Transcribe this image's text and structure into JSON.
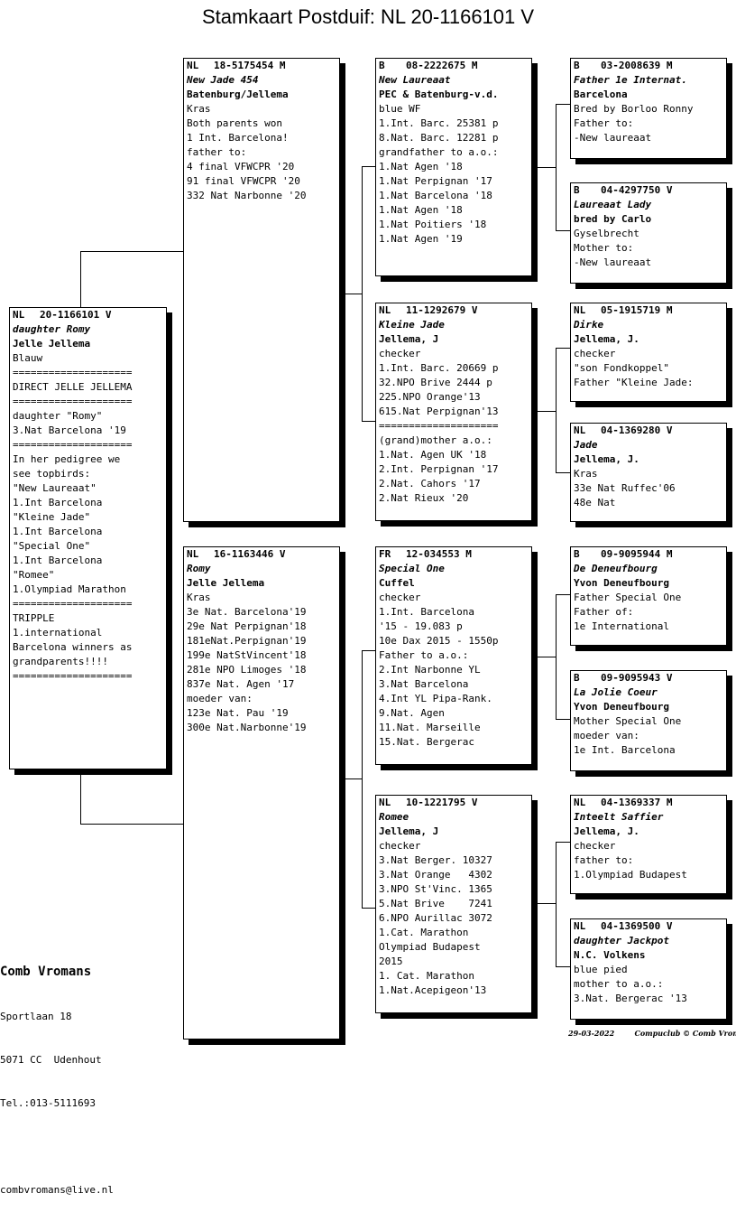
{
  "title": "Stamkaart Postduif: NL  20-1166101 V",
  "birds": {
    "root": {
      "reg": "NL",
      "ring": "20-1166101 V",
      "lines": [
        {
          "t": "daughter Romy",
          "s": "i"
        },
        {
          "t": "Jelle Jellema",
          "s": "b"
        },
        {
          "t": "Blauw"
        },
        {
          "t": "===================="
        },
        {
          "t": "DIRECT JELLE JELLEMA"
        },
        {
          "t": "===================="
        },
        {
          "t": "daughter \"Romy\""
        },
        {
          "t": "3.Nat Barcelona '19"
        },
        {
          "t": "===================="
        },
        {
          "t": "In her pedigree we"
        },
        {
          "t": "see topbirds:"
        },
        {
          "t": "\"New Laureaat\""
        },
        {
          "t": "1.Int Barcelona"
        },
        {
          "t": "\"Kleine Jade\""
        },
        {
          "t": "1.Int Barcelona"
        },
        {
          "t": "\"Special One\""
        },
        {
          "t": "1.Int Barcelona"
        },
        {
          "t": "\"Romee\""
        },
        {
          "t": "1.Olympiad Marathon"
        },
        {
          "t": "===================="
        },
        {
          "t": "TRIPPLE"
        },
        {
          "t": "1.international"
        },
        {
          "t": "Barcelona winners as"
        },
        {
          "t": "grandparents!!!!"
        },
        {
          "t": "===================="
        }
      ]
    },
    "sire": {
      "reg": "NL",
      "ring": "18-5175454 M",
      "lines": [
        {
          "t": "New Jade 454",
          "s": "i"
        },
        {
          "t": "Batenburg/Jellema",
          "s": "b"
        },
        {
          "t": "Kras"
        },
        {
          "t": "Both parents won"
        },
        {
          "t": "1 Int. Barcelona!"
        },
        {
          "t": "father to:"
        },
        {
          "t": "4 final VFWCPR '20"
        },
        {
          "t": "91 final VFWCPR '20"
        },
        {
          "t": "332 Nat Narbonne '20"
        }
      ]
    },
    "dam": {
      "reg": "NL",
      "ring": "16-1163446 V",
      "lines": [
        {
          "t": "Romy",
          "s": "i"
        },
        {
          "t": "Jelle Jellema",
          "s": "b"
        },
        {
          "t": "Kras"
        },
        {
          "t": "3e Nat. Barcelona'19"
        },
        {
          "t": "29e Nat Perpignan'18"
        },
        {
          "t": "181eNat.Perpignan'19"
        },
        {
          "t": "199e NatStVincent'18"
        },
        {
          "t": "281e NPO Limoges '18"
        },
        {
          "t": "837e Nat. Agen '17"
        },
        {
          "t": "moeder van:"
        },
        {
          "t": "123e Nat. Pau '19"
        },
        {
          "t": "300e Nat.Narbonne'19"
        }
      ]
    },
    "ss": {
      "reg": "B",
      "ring": "08-2222675 M",
      "lines": [
        {
          "t": "New Laureaat",
          "s": "i"
        },
        {
          "t": "PEC & Batenburg-v.d.",
          "s": "b"
        },
        {
          "t": "blue WF"
        },
        {
          "t": "1.Int. Barc. 25381 p"
        },
        {
          "t": "8.Nat. Barc. 12281 p"
        },
        {
          "t": "grandfather to a.o.:"
        },
        {
          "t": "1.Nat Agen '18"
        },
        {
          "t": "1.Nat Perpignan '17"
        },
        {
          "t": "1.Nat Barcelona '18"
        },
        {
          "t": "1.Nat Agen '18"
        },
        {
          "t": "1.Nat Poitiers '18"
        },
        {
          "t": "1.Nat Agen '19"
        }
      ]
    },
    "sd": {
      "reg": "NL",
      "ring": "11-1292679 V",
      "lines": [
        {
          "t": "Kleine Jade",
          "s": "i"
        },
        {
          "t": "Jellema, J",
          "s": "b"
        },
        {
          "t": "checker"
        },
        {
          "t": "1.Int. Barc. 20669 p"
        },
        {
          "t": "32.NPO Brive 2444 p"
        },
        {
          "t": "225.NPO Orange'13"
        },
        {
          "t": "615.Nat Perpignan'13"
        },
        {
          "t": "===================="
        },
        {
          "t": "(grand)mother a.o.:"
        },
        {
          "t": "1.Nat. Agen UK '18"
        },
        {
          "t": "2.Int. Perpignan '17"
        },
        {
          "t": "2.Nat. Cahors '17"
        },
        {
          "t": "2.Nat Rieux '20"
        }
      ]
    },
    "ds": {
      "reg": "FR",
      "ring": "12-034553 M",
      "lines": [
        {
          "t": "Special One",
          "s": "i"
        },
        {
          "t": "Cuffel",
          "s": "b"
        },
        {
          "t": "checker"
        },
        {
          "t": "1.Int. Barcelona"
        },
        {
          "t": "'15 - 19.083 p"
        },
        {
          "t": "10e Dax 2015 - 1550p"
        },
        {
          "t": "Father to a.o.:"
        },
        {
          "t": "2.Int Narbonne YL"
        },
        {
          "t": "3.Nat Barcelona"
        },
        {
          "t": "4.Int YL Pipa-Rank."
        },
        {
          "t": "9.Nat. Agen"
        },
        {
          "t": "11.Nat. Marseille"
        },
        {
          "t": "15.Nat. Bergerac"
        }
      ]
    },
    "dd": {
      "reg": "NL",
      "ring": "10-1221795 V",
      "lines": [
        {
          "t": "Romee",
          "s": "i"
        },
        {
          "t": "Jellema, J",
          "s": "b"
        },
        {
          "t": "checker"
        },
        {
          "t": "3.Nat Berger. 10327"
        },
        {
          "t": "3.Nat Orange   4302"
        },
        {
          "t": "3.NPO St'Vinc. 1365"
        },
        {
          "t": "5.Nat Brive    7241"
        },
        {
          "t": "6.NPO Aurillac 3072"
        },
        {
          "t": "1.Cat. Marathon"
        },
        {
          "t": "Olympiad Budapest"
        },
        {
          "t": "2015"
        },
        {
          "t": "1. Cat. Marathon"
        },
        {
          "t": "1.Nat.Acepigeon'13"
        }
      ]
    },
    "sss": {
      "reg": "B",
      "ring": "03-2008639 M",
      "lines": [
        {
          "t": "Father 1e Internat.",
          "s": "i"
        },
        {
          "t": "Barcelona",
          "s": "b"
        },
        {
          "t": "Bred by Borloo Ronny"
        },
        {
          "t": "Father to:"
        },
        {
          "t": "-New laureaat"
        }
      ]
    },
    "ssd": {
      "reg": "B",
      "ring": "04-4297750 V",
      "lines": [
        {
          "t": "Laureaat Lady",
          "s": "i"
        },
        {
          "t": "bred by Carlo",
          "s": "b"
        },
        {
          "t": "Gyselbrecht"
        },
        {
          "t": "Mother to:"
        },
        {
          "t": "-New laureaat"
        }
      ]
    },
    "sds": {
      "reg": "NL",
      "ring": "05-1915719 M",
      "lines": [
        {
          "t": "Dirke",
          "s": "i"
        },
        {
          "t": "Jellema, J.",
          "s": "b"
        },
        {
          "t": "checker"
        },
        {
          "t": "\"son Fondkoppel\""
        },
        {
          "t": "Father \"Kleine Jade:"
        }
      ]
    },
    "sdd": {
      "reg": "NL",
      "ring": "04-1369280 V",
      "lines": [
        {
          "t": "Jade",
          "s": "i"
        },
        {
          "t": "Jellema, J.",
          "s": "b"
        },
        {
          "t": "Kras"
        },
        {
          "t": "33e Nat Ruffec'06"
        },
        {
          "t": "48e Nat"
        }
      ]
    },
    "dss": {
      "reg": "B",
      "ring": "09-9095944 M",
      "lines": [
        {
          "t": "De Deneufbourg",
          "s": "i"
        },
        {
          "t": "Yvon Deneufbourg",
          "s": "b"
        },
        {
          "t": "Father Special One"
        },
        {
          "t": "Father of:"
        },
        {
          "t": "1e International"
        }
      ]
    },
    "dsd": {
      "reg": "B",
      "ring": "09-9095943 V",
      "lines": [
        {
          "t": "La Jolie Coeur",
          "s": "i"
        },
        {
          "t": "Yvon Deneufbourg",
          "s": "b"
        },
        {
          "t": "Mother Special One"
        },
        {
          "t": "moeder van:"
        },
        {
          "t": "1e Int. Barcelona"
        }
      ]
    },
    "dds": {
      "reg": "NL",
      "ring": "04-1369337 M",
      "lines": [
        {
          "t": "Inteelt Saffier",
          "s": "i"
        },
        {
          "t": "Jellema, J.",
          "s": "b"
        },
        {
          "t": "checker"
        },
        {
          "t": "father to:"
        },
        {
          "t": "1.Olympiad Budapest"
        }
      ]
    },
    "ddd": {
      "reg": "NL",
      "ring": "04-1369500 V",
      "lines": [
        {
          "t": "daughter Jackpot",
          "s": "i"
        },
        {
          "t": "N.C. Volkens",
          "s": "b"
        },
        {
          "t": "blue pied"
        },
        {
          "t": "mother to a.o.:"
        },
        {
          "t": "3.Nat. Bergerac '13"
        }
      ]
    }
  },
  "breeder": {
    "name": "Comb Vromans",
    "street": "Sportlaan 18",
    "city": "5071 CC  Udenhout",
    "tel": "Tel.:013-5111693",
    "email": "combvromans@live.nl"
  },
  "footer": {
    "date": "29-03-2022",
    "credit": "Compuclub © Comb Vromans"
  }
}
